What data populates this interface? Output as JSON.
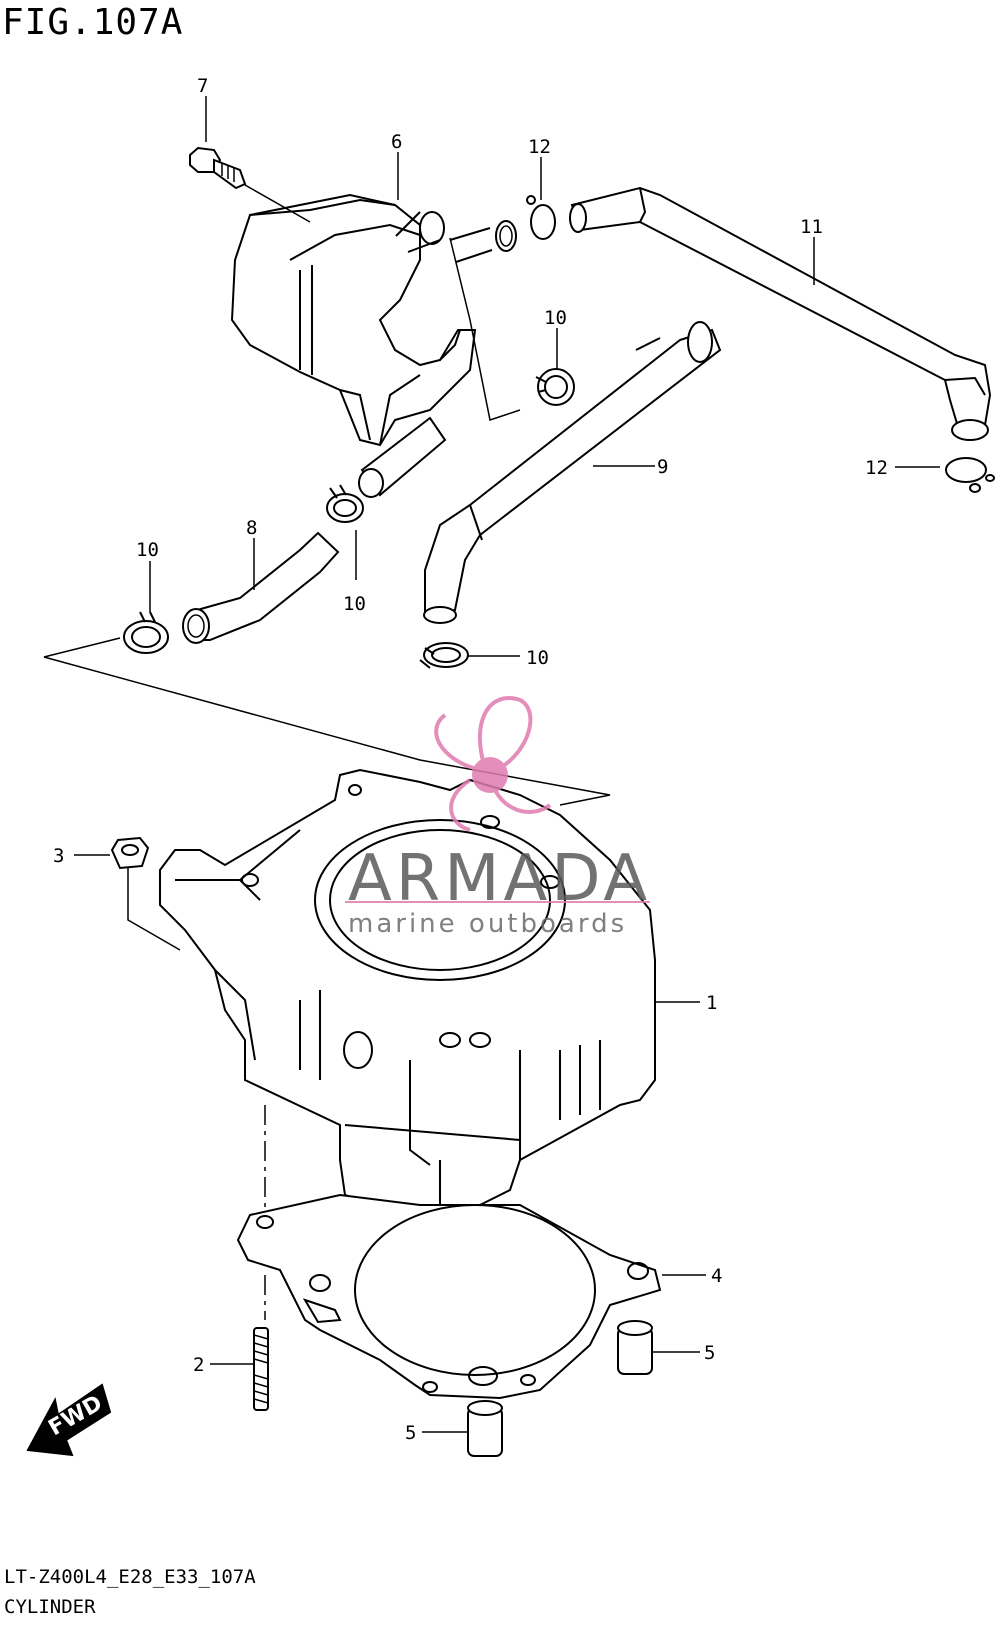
{
  "figure": {
    "title": "FIG.107A",
    "model_code": "LT-Z400L4_E28_E33_107A",
    "name": "CYLINDER"
  },
  "callouts": [
    "1",
    "2",
    "3",
    "4",
    "5",
    "5",
    "6",
    "7",
    "8",
    "9",
    "10",
    "10",
    "10",
    "10",
    "11",
    "12",
    "12"
  ],
  "watermark": {
    "brand": "ARMADA",
    "tagline": "marine outboards",
    "accent_color": "#e07bb0",
    "text_color": "#5a5a5a"
  },
  "direction_arrow": {
    "label": "FWD",
    "icon": "fwd-arrow-icon"
  }
}
